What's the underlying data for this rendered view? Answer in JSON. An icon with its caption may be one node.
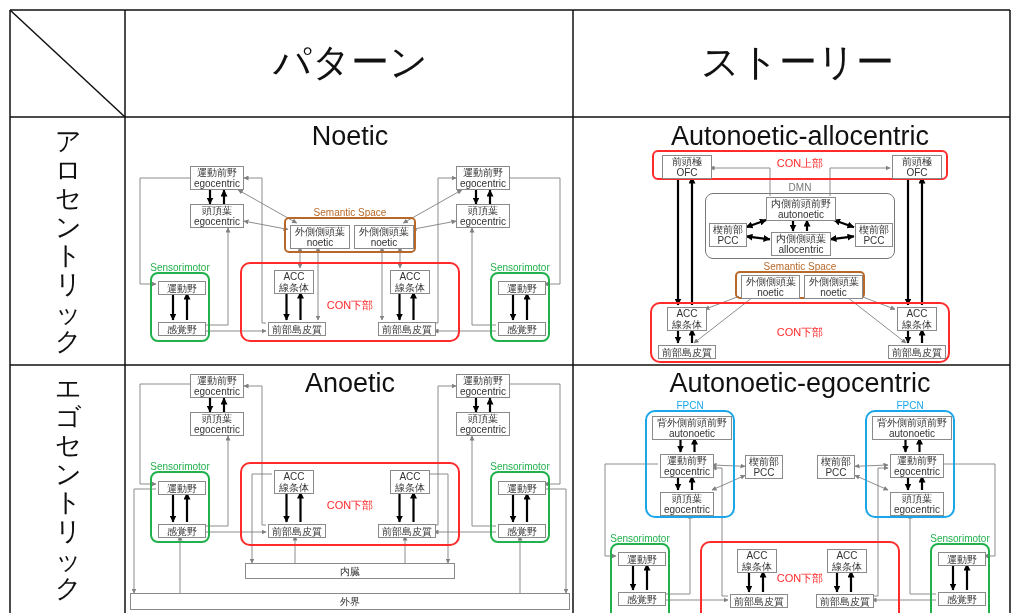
{
  "diagram": {
    "nodes": [
      {
        "text": [
          "運動前野",
          "egocentric"
        ]
      },
      {
        "text": [
          "頭頂葉",
          "egocentric"
        ]
      },
      {
        "text": [
          "Semantic Space"
        ]
      },
      {
        "text": [
          "外側側頭葉",
          "noetic"
        ],
        "in": 2
      },
      {
        "text": [
          "外側側頭葉",
          "noetic"
        ],
        "in": 2
      },
      {
        "text": [
          "運動前野",
          "egocentric"
        ]
      },
      {
        "text": [
          "頭頂葉",
          "egocentric"
        ]
      },
      {
        "text": [
          "Sensorimotor"
        ]
      },
      {
        "text": [
          "運動野"
        ],
        "in": 7
      },
      {
        "text": [
          "感覚野"
        ],
        "in": 7
      },
      {
        "text": [
          "CON下部"
        ]
      },
      {
        "text": [
          "ACC",
          "線条体"
        ],
        "in": 10
      },
      {
        "text": [
          "前部島皮質"
        ],
        "in": 10
      },
      {
        "text": [
          "ACC",
          "線条体"
        ],
        "in": 10
      },
      {
        "text": [
          "前部島皮質"
        ],
        "in": 10
      },
      {
        "text": [
          "Sensorimotor"
        ]
      },
      {
        "text": [
          "運動野"
        ],
        "in": 15
      },
      {
        "text": [
          "感覚野"
        ],
        "in": 15
      },
      {
        "text": [
          "CON上部"
        ]
      },
      {
        "text": [
          "前頭極",
          "OFC"
        ],
        "in": 18
      },
      {
        "text": [
          "前頭極",
          "OFC"
        ],
        "in": 18
      },
      {
        "text": [
          "DMN"
        ]
      },
      {
        "text": [
          "内側前頭前野",
          "autonoetic"
        ],
        "in": 21
      },
      {
        "text": [
          "楔前部",
          "PCC"
        ],
        "in": 21
      },
      {
        "text": [
          "内側側頭葉",
          "allocentric"
        ],
        "in": 21
      },
      {
        "text": [
          "楔前部",
          "PCC"
        ],
        "in": 21
      },
      {
        "text": [
          "Semantic Space"
        ]
      },
      {
        "text": [
          "外側側頭葉",
          "noetic"
        ],
        "in": 26
      },
      {
        "text": [
          "外側側頭葉",
          "noetic"
        ],
        "in": 26
      },
      {
        "text": [
          "CON下部"
        ]
      },
      {
        "text": [
          "ACC",
          "線条体"
        ],
        "in": 29
      },
      {
        "text": [
          "前部島皮質"
        ],
        "in": 29
      },
      {
        "text": [
          "ACC",
          "線条体"
        ],
        "in": 29
      },
      {
        "text": [
          "前部島皮質"
        ],
        "in": 29
      },
      {
        "text": [
          "運動前野",
          "egocentric"
        ]
      },
      {
        "text": [
          "頭頂葉",
          "egocentric"
        ]
      },
      {
        "text": [
          "運動前野",
          "egocentric"
        ]
      },
      {
        "text": [
          "頭頂葉",
          "egocentric"
        ]
      },
      {
        "text": [
          "Sensorimotor"
        ]
      },
      {
        "text": [
          "運動野"
        ],
        "in": 38
      },
      {
        "text": [
          "感覚野"
        ],
        "in": 38
      },
      {
        "text": [
          "CON下部"
        ]
      },
      {
        "text": [
          "ACC",
          "線条体"
        ],
        "in": 41
      },
      {
        "text": [
          "前部島皮質"
        ],
        "in": 41
      },
      {
        "text": [
          "ACC",
          "線条体"
        ],
        "in": 41
      },
      {
        "text": [
          "前部島皮質"
        ],
        "in": 41
      },
      {
        "text": [
          "Sensorimotor"
        ]
      },
      {
        "text": [
          "運動野"
        ],
        "in": 46
      },
      {
        "text": [
          "感覚野"
        ],
        "in": 46
      },
      {
        "text": [
          "内臓"
        ]
      },
      {
        "text": [
          "外界"
        ]
      },
      {
        "text": [
          "FPCN"
        ]
      },
      {
        "text": [
          "背外側前頭前野",
          "autonoetic"
        ],
        "in": 51
      },
      {
        "text": [
          "運動前野",
          "egocentric"
        ],
        "in": 51
      },
      {
        "text": [
          "頭頂葉",
          "egocentric"
        ],
        "in": 51
      },
      {
        "text": [
          "楔前部",
          "PCC"
        ]
      },
      {
        "text": [
          "楔前部",
          "PCC"
        ]
      },
      {
        "text": [
          "FPCN"
        ]
      },
      {
        "text": [
          "背外側前頭前野",
          "autonoetic"
        ],
        "in": 57
      },
      {
        "text": [
          "運動前野",
          "egocentric"
        ],
        "in": 57
      },
      {
        "text": [
          "頭頂葉",
          "egocentric"
        ],
        "in": 57
      },
      {
        "text": [
          "Sensorimotor"
        ]
      },
      {
        "text": [
          "運動野"
        ],
        "in": 61
      },
      {
        "text": [
          "感覚野"
        ],
        "in": 61
      },
      {
        "text": [
          "CON下部"
        ]
      },
      {
        "text": [
          "ACC",
          "線条体"
        ],
        "in": 64
      },
      {
        "text": [
          "前部島皮質"
        ],
        "in": 64
      },
      {
        "text": [
          "ACC",
          "線条体"
        ],
        "in": 64
      },
      {
        "text": [
          "前部島皮質"
        ],
        "in": 64
      },
      {
        "text": [
          "Sensorimotor"
        ]
      },
      {
        "text": [
          "運動野"
        ],
        "in": 69
      },
      {
        "text": [
          "感覚野"
        ],
        "in": 69
      }
    ],
    "edges": [
      {
        "from": 0,
        "to": 1,
        "arrow": "to"
      },
      {
        "from": 1,
        "to": 0,
        "arrow": "to"
      },
      {
        "from": 5,
        "to": 6,
        "arrow": "to"
      },
      {
        "from": 6,
        "to": 5,
        "arrow": "to"
      },
      {
        "from": 8,
        "to": 9,
        "arrow": "to"
      },
      {
        "from": 9,
        "to": 8,
        "arrow": "to"
      },
      {
        "from": 16,
        "to": 17,
        "arrow": "to"
      },
      {
        "from": 17,
        "to": 16,
        "arrow": "to"
      },
      {
        "from": 11,
        "to": 12,
        "arrow": "to"
      },
      {
        "from": 12,
        "to": 11,
        "arrow": "to"
      },
      {
        "from": 13,
        "to": 14,
        "arrow": "to"
      },
      {
        "from": 14,
        "to": 13,
        "arrow": "to"
      },
      {
        "from": 0,
        "to": 8,
        "arrow": "to",
        "color": "#808080"
      },
      {
        "from": 9,
        "to": 1,
        "arrow": "to",
        "color": "#808080"
      },
      {
        "from": 9,
        "to": 12,
        "arrow": "to",
        "color": "#808080"
      },
      {
        "from": 12,
        "to": 0,
        "arrow": "to",
        "color": "#808080"
      },
      {
        "from": 3,
        "to": 0,
        "arrow": "both",
        "color": "#808080"
      },
      {
        "from": 3,
        "to": 1,
        "arrow": "both",
        "color": "#808080"
      },
      {
        "from": 3,
        "to": 11,
        "arrow": "both",
        "color": "#808080"
      },
      {
        "from": 3,
        "to": 12,
        "arrow": "both",
        "color": "#808080"
      },
      {
        "from": 5,
        "to": 16,
        "arrow": "to",
        "color": "#808080"
      },
      {
        "from": 17,
        "to": 6,
        "arrow": "to",
        "color": "#808080"
      },
      {
        "from": 17,
        "to": 14,
        "arrow": "to",
        "color": "#808080"
      },
      {
        "from": 14,
        "to": 5,
        "arrow": "to",
        "color": "#808080"
      },
      {
        "from": 4,
        "to": 5,
        "arrow": "both",
        "color": "#808080"
      },
      {
        "from": 4,
        "to": 6,
        "arrow": "both",
        "color": "#808080"
      },
      {
        "from": 4,
        "to": 13,
        "arrow": "both",
        "color": "#808080"
      },
      {
        "from": 4,
        "to": 14,
        "arrow": "both",
        "color": "#808080"
      },
      {
        "from": 19,
        "to": 30,
        "arrow": "to"
      },
      {
        "from": 30,
        "to": 19,
        "arrow": "to"
      },
      {
        "from": 20,
        "to": 32,
        "arrow": "to"
      },
      {
        "from": 32,
        "to": 20,
        "arrow": "to"
      },
      {
        "from": 22,
        "to": 19,
        "arrow": "to",
        "color": "#808080"
      },
      {
        "from": 22,
        "to": 20,
        "arrow": "to",
        "color": "#808080"
      },
      {
        "from": 22,
        "to": 24,
        "arrow": "to"
      },
      {
        "from": 24,
        "to": 22,
        "arrow": "to"
      },
      {
        "from": 23,
        "to": 22,
        "arrow": "both"
      },
      {
        "from": 23,
        "to": 24,
        "arrow": "both"
      },
      {
        "from": 25,
        "to": 22,
        "arrow": "both"
      },
      {
        "from": 25,
        "to": 24,
        "arrow": "both"
      },
      {
        "from": 27,
        "to": 30,
        "arrow": "to",
        "color": "#808080"
      },
      {
        "from": 27,
        "to": 31,
        "arrow": "to",
        "color": "#808080"
      },
      {
        "from": 28,
        "to": 32,
        "arrow": "to",
        "color": "#808080"
      },
      {
        "from": 28,
        "to": 33,
        "arrow": "to",
        "color": "#808080"
      },
      {
        "from": 30,
        "to": 31,
        "arrow": "to"
      },
      {
        "from": 31,
        "to": 30,
        "arrow": "to"
      },
      {
        "from": 32,
        "to": 33,
        "arrow": "to"
      },
      {
        "from": 33,
        "to": 32,
        "arrow": "to"
      },
      {
        "from": 34,
        "to": 35,
        "arrow": "to"
      },
      {
        "from": 35,
        "to": 34,
        "arrow": "to"
      },
      {
        "from": 36,
        "to": 37,
        "arrow": "to"
      },
      {
        "from": 37,
        "to": 36,
        "arrow": "to"
      },
      {
        "from": 39,
        "to": 40,
        "arrow": "to"
      },
      {
        "from": 40,
        "to": 39,
        "arrow": "to"
      },
      {
        "from": 47,
        "to": 48,
        "arrow": "to"
      },
      {
        "from": 48,
        "to": 47,
        "arrow": "to"
      },
      {
        "from": 42,
        "to": 43,
        "arrow": "to"
      },
      {
        "from": 43,
        "to": 42,
        "arrow": "to"
      },
      {
        "from": 44,
        "to": 45,
        "arrow": "to"
      },
      {
        "from": 45,
        "to": 44,
        "arrow": "to"
      },
      {
        "from": 34,
        "to": 39,
        "arrow": "to",
        "color": "#808080"
      },
      {
        "from": 40,
        "to": 35,
        "arrow": "to",
        "color": "#808080"
      },
      {
        "from": 40,
        "to": 43,
        "arrow": "to",
        "color": "#808080"
      },
      {
        "from": 43,
        "to": 34,
        "arrow": "to",
        "color": "#808080"
      },
      {
        "from": 39,
        "to": 50,
        "arrow": "to",
        "color": "#808080"
      },
      {
        "from": 50,
        "to": 40,
        "arrow": "to",
        "color": "#808080"
      },
      {
        "from": 42,
        "to": 49,
        "arrow": "to",
        "color": "#808080"
      },
      {
        "from": 49,
        "to": 43,
        "arrow": "to",
        "color": "#808080"
      },
      {
        "from": 36,
        "to": 47,
        "arrow": "to",
        "color": "#808080"
      },
      {
        "from": 48,
        "to": 37,
        "arrow": "to",
        "color": "#808080"
      },
      {
        "from": 48,
        "to": 45,
        "arrow": "to",
        "color": "#808080"
      },
      {
        "from": 45,
        "to": 36,
        "arrow": "to",
        "color": "#808080"
      },
      {
        "from": 47,
        "to": 50,
        "arrow": "to",
        "color": "#808080"
      },
      {
        "from": 50,
        "to": 48,
        "arrow": "to",
        "color": "#808080"
      },
      {
        "from": 44,
        "to": 49,
        "arrow": "to",
        "color": "#808080"
      },
      {
        "from": 49,
        "to": 45,
        "arrow": "to",
        "color": "#808080"
      },
      {
        "from": 52,
        "to": 53,
        "arrow": "to"
      },
      {
        "from": 53,
        "to": 52,
        "arrow": "to"
      },
      {
        "from": 53,
        "to": 54,
        "arrow": "to"
      },
      {
        "from": 54,
        "to": 53,
        "arrow": "to"
      },
      {
        "from": 58,
        "to": 59,
        "arrow": "to"
      },
      {
        "from": 59,
        "to": 58,
        "arrow": "to"
      },
      {
        "from": 59,
        "to": 60,
        "arrow": "to"
      },
      {
        "from": 60,
        "to": 59,
        "arrow": "to"
      },
      {
        "from": 62,
        "to": 63,
        "arrow": "to"
      },
      {
        "from": 63,
        "to": 62,
        "arrow": "to"
      },
      {
        "from": 70,
        "to": 71,
        "arrow": "to"
      },
      {
        "from": 71,
        "to": 70,
        "arrow": "to"
      },
      {
        "from": 65,
        "to": 66,
        "arrow": "to"
      },
      {
        "from": 66,
        "to": 65,
        "arrow": "to"
      },
      {
        "from": 67,
        "to": 68,
        "arrow": "to"
      },
      {
        "from": 68,
        "to": 67,
        "arrow": "to"
      },
      {
        "from": 55,
        "to": 53,
        "arrow": "both",
        "color": "#808080"
      },
      {
        "from": 55,
        "to": 54,
        "arrow": "both",
        "color": "#808080"
      },
      {
        "from": 56,
        "to": 59,
        "arrow": "both",
        "color": "#808080"
      },
      {
        "from": 56,
        "to": 60,
        "arrow": "both",
        "color": "#808080"
      },
      {
        "from": 53,
        "to": 62,
        "arrow": "to",
        "color": "#808080"
      },
      {
        "from": 63,
        "to": 54,
        "arrow": "to",
        "color": "#808080"
      },
      {
        "from": 63,
        "to": 66,
        "arrow": "to",
        "color": "#808080"
      },
      {
        "from": 66,
        "to": 53,
        "arrow": "to",
        "color": "#808080"
      },
      {
        "from": 59,
        "to": 70,
        "arrow": "to",
        "color": "#808080"
      },
      {
        "from": 71,
        "to": 60,
        "arrow": "to",
        "color": "#808080"
      },
      {
        "from": 71,
        "to": 68,
        "arrow": "to",
        "color": "#808080"
      },
      {
        "from": 68,
        "to": 59,
        "arrow": "to",
        "color": "#808080"
      }
    ],
    "labels": [
      "パターン",
      "ストーリー",
      "アロセントリック",
      "Noetic",
      "Autonoetic-allocentric",
      "エゴセントリック",
      "Anoetic",
      "Autonoetic-egocentric"
    ]
  }
}
